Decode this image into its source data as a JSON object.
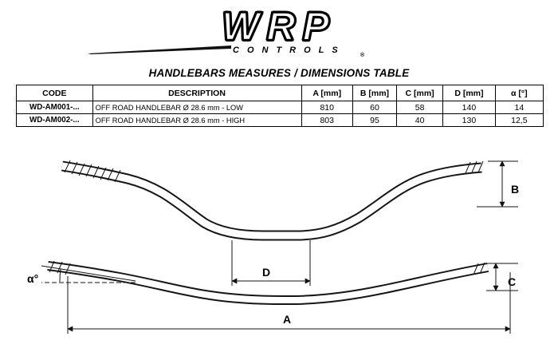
{
  "logo": {
    "brand": "WRP",
    "subtitle": "CONTROLS",
    "mark": "®"
  },
  "title": "HANDLEBARS MEASURES / DIMENSIONS TABLE",
  "table": {
    "headers": [
      "CODE",
      "DESCRIPTION",
      "A [mm]",
      "B [mm]",
      "C [mm]",
      "D [mm]",
      "α [°]"
    ],
    "rows": [
      {
        "code": "WD-AM001-...",
        "description": "OFF ROAD HANDLEBAR Ø 28.6 mm - LOW",
        "a_mm": "810",
        "b_mm": "60",
        "c_mm": "58",
        "d_mm": "140",
        "alpha_deg": "14"
      },
      {
        "code": "WD-AM002-...",
        "description": "OFF ROAD HANDLEBAR Ø 28.6 mm - HIGH",
        "a_mm": "803",
        "b_mm": "95",
        "c_mm": "40",
        "d_mm": "130",
        "alpha_deg": "12,5"
      }
    ]
  },
  "diagram": {
    "labels": {
      "a": "A",
      "b": "B",
      "c": "C",
      "d": "D",
      "alpha": "α°"
    }
  }
}
